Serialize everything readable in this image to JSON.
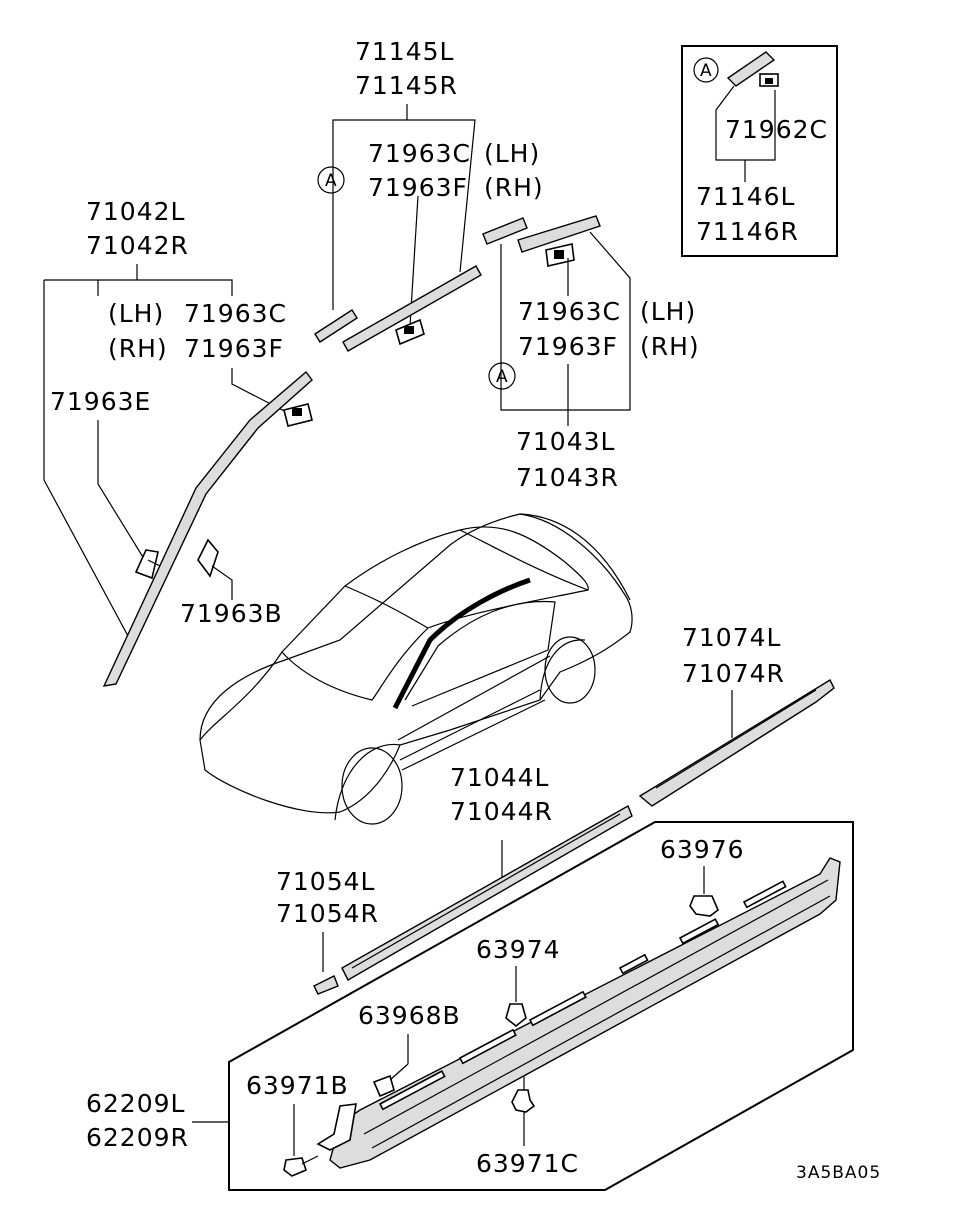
{
  "labels": {
    "l71145L": "71145L",
    "l71145R": "71145R",
    "l71963C_top": "71963C",
    "l71963F_top": "71963F",
    "lh_top": "(LH)",
    "rh_top": "(RH)",
    "l71042L": "71042L",
    "l71042R": "71042R",
    "lh_left": "(LH)",
    "rh_left": "(RH)",
    "l71963C_left": "71963C",
    "l71963F_left": "71963F",
    "l71963E": "71963E",
    "l71963B": "71963B",
    "l71963C_mid": "71963C",
    "l71963F_mid": "71963F",
    "lh_mid": "(LH)",
    "rh_mid": "(RH)",
    "l71043L": "71043L",
    "l71043R": "71043R",
    "l71962C": "71962C",
    "l71146L": "71146L",
    "l71146R": "71146R",
    "l71074L": "71074L",
    "l71074R": "71074R",
    "l71044L": "71044L",
    "l71044R": "71044R",
    "l71054L": "71054L",
    "l71054R": "71054R",
    "l63976": "63976",
    "l63974": "63974",
    "l63968B": "63968B",
    "l63971B": "63971B",
    "l63971C": "63971C",
    "l62209L": "62209L",
    "l62209R": "62209R"
  },
  "refs": {
    "ref_a_inset": "A",
    "ref_a_top": "A",
    "ref_a_mid": "A"
  },
  "drawing_code": "3A5BA05"
}
